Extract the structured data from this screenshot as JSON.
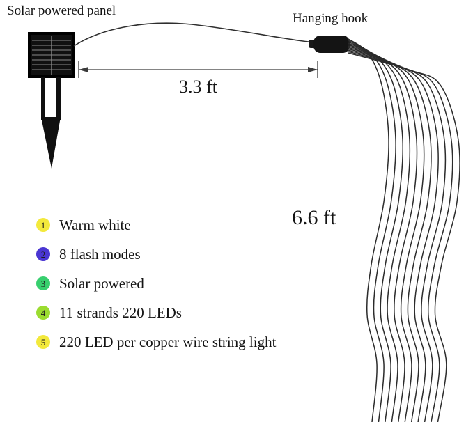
{
  "page": {
    "background": "#ffffff"
  },
  "labels": {
    "solar_panel": "Solar powered panel",
    "hanging_hook": "Hanging hook",
    "horizontal_distance": "3.3 ft",
    "vertical_distance": "6.6 ft"
  },
  "diagram": {
    "strand_count": 11,
    "strand_color": "#2b2b2b",
    "wire_color": "#2e2e2e",
    "panel_color": "#101010",
    "hook_color": "#141414",
    "dimension_color": "#3a3a3a"
  },
  "features": [
    {
      "number": "1",
      "badge_color": "#f3e93c",
      "label": "Warm white"
    },
    {
      "number": "2",
      "badge_color": "#4a36d2",
      "label": "8 flash modes"
    },
    {
      "number": "3",
      "badge_color": "#37cf6e",
      "label": "Solar powered"
    },
    {
      "number": "4",
      "badge_color": "#9bdc30",
      "label": "11 strands 220 LEDs"
    },
    {
      "number": "5",
      "badge_color": "#f3e93c",
      "label": "220 LED per copper wire string light"
    }
  ]
}
